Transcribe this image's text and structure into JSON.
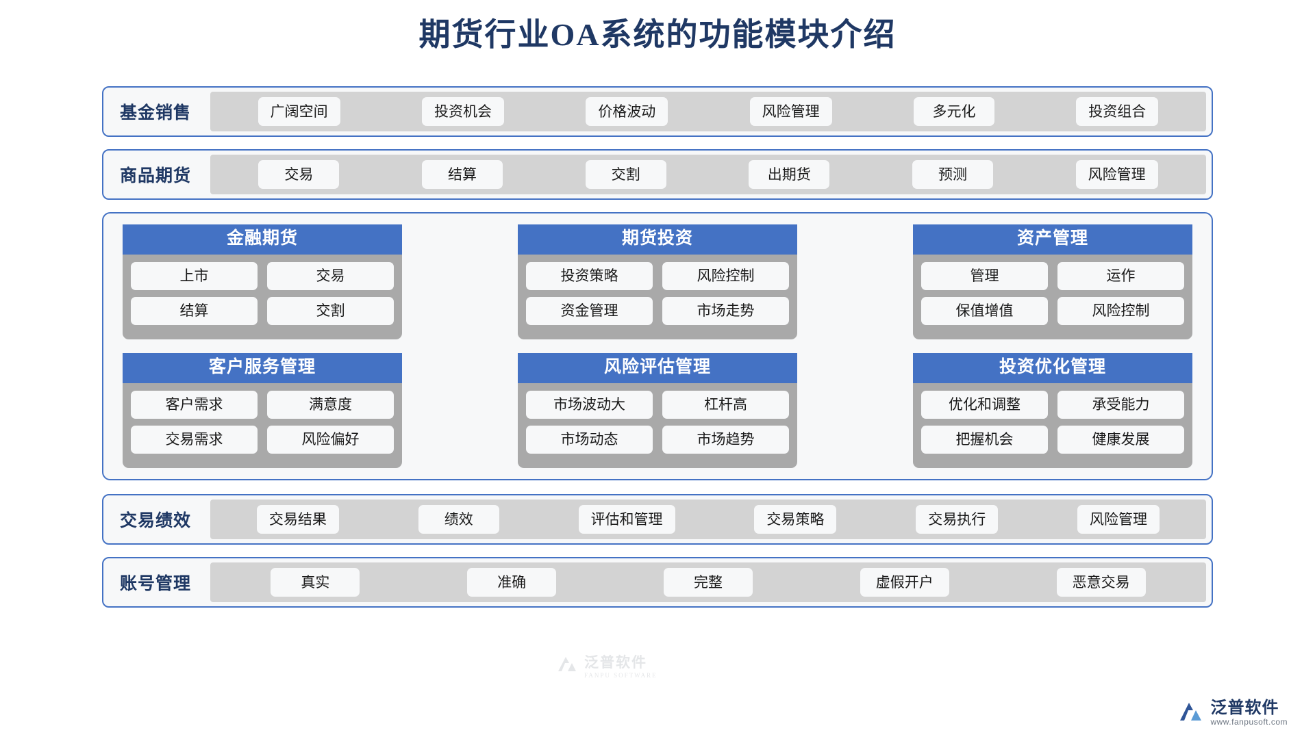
{
  "title": "期货行业OA系统的功能模块介绍",
  "bands": {
    "fund_sales": {
      "label": "基金销售",
      "chips": [
        "广阔空间",
        "投资机会",
        "价格波动",
        "风险管理",
        "多元化",
        "投资组合"
      ]
    },
    "commodity": {
      "label": "商品期货",
      "chips": [
        "交易",
        "结算",
        "交割",
        "出期货",
        "预测",
        "风险管理"
      ]
    },
    "performance": {
      "label": "交易绩效",
      "chips": [
        "交易结果",
        "绩效",
        "评估和管理",
        "交易策略",
        "交易执行",
        "风险管理"
      ]
    },
    "account": {
      "label": "账号管理",
      "chips": [
        "真实",
        "准确",
        "完整",
        "虚假开户",
        "恶意交易"
      ]
    }
  },
  "cards": [
    {
      "title": "金融期货",
      "items": [
        "上市",
        "交易",
        "结算",
        "交割"
      ]
    },
    {
      "title": "期货投资",
      "items": [
        "投资策略",
        "风险控制",
        "资金管理",
        "市场走势"
      ]
    },
    {
      "title": "资产管理",
      "items": [
        "管理",
        "运作",
        "保值增值",
        "风险控制"
      ]
    },
    {
      "title": "客户服务管理",
      "items": [
        "客户需求",
        "满意度",
        "交易需求",
        "风险偏好"
      ]
    },
    {
      "title": "风险评估管理",
      "items": [
        "市场波动大",
        "杠杆高",
        "市场动态",
        "市场趋势"
      ]
    },
    {
      "title": "投资优化管理",
      "items": [
        "优化和调整",
        "承受能力",
        "把握机会",
        "健康发展"
      ]
    }
  ],
  "watermark": {
    "cn": "泛普软件",
    "en": "FANPU SOFTWARE"
  },
  "brand": {
    "cn": "泛普软件",
    "url": "www.fanpusoft.com"
  },
  "colors": {
    "title": "#1f3864",
    "accent_blue": "#4472c4",
    "card_body_gray": "#a9a9a9",
    "strip_gray": "#d3d3d3",
    "chip_bg": "#f7f8f9"
  }
}
